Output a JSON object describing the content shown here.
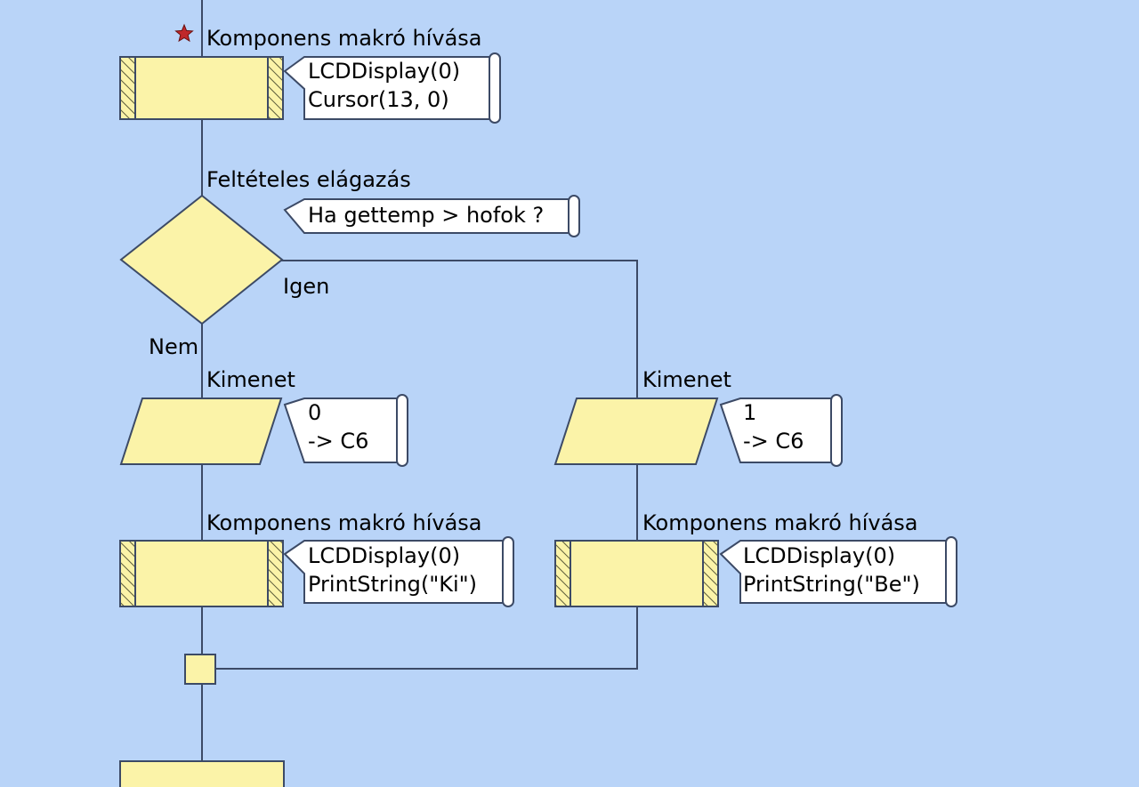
{
  "flowchart": {
    "macro_top": {
      "title": "Komponens makró hívása",
      "lines": [
        "LCDDisplay(0)",
        "Cursor(13, 0)"
      ]
    },
    "decision": {
      "title": "Feltételes elágazás",
      "note": "Ha gettemp > hofok ?",
      "yes_label": "Igen",
      "no_label": "Nem"
    },
    "output_left": {
      "title": "Kimenet",
      "lines": [
        "0",
        "-> C6"
      ]
    },
    "output_right": {
      "title": "Kimenet",
      "lines": [
        "1",
        "-> C6"
      ]
    },
    "macro_left": {
      "title": "Komponens makró hívása",
      "lines": [
        "LCDDisplay(0)",
        "PrintString(\"Ki\")"
      ]
    },
    "macro_right": {
      "title": "Komponens makró hívása",
      "lines": [
        "LCDDisplay(0)",
        "PrintString(\"Be\")"
      ]
    }
  },
  "colors": {
    "canvas_bg": "#b9d4f8",
    "node_fill": "#fbf3a8",
    "line": "#3c4a66",
    "note_fill": "#ffffff",
    "star": "#c0282a"
  }
}
